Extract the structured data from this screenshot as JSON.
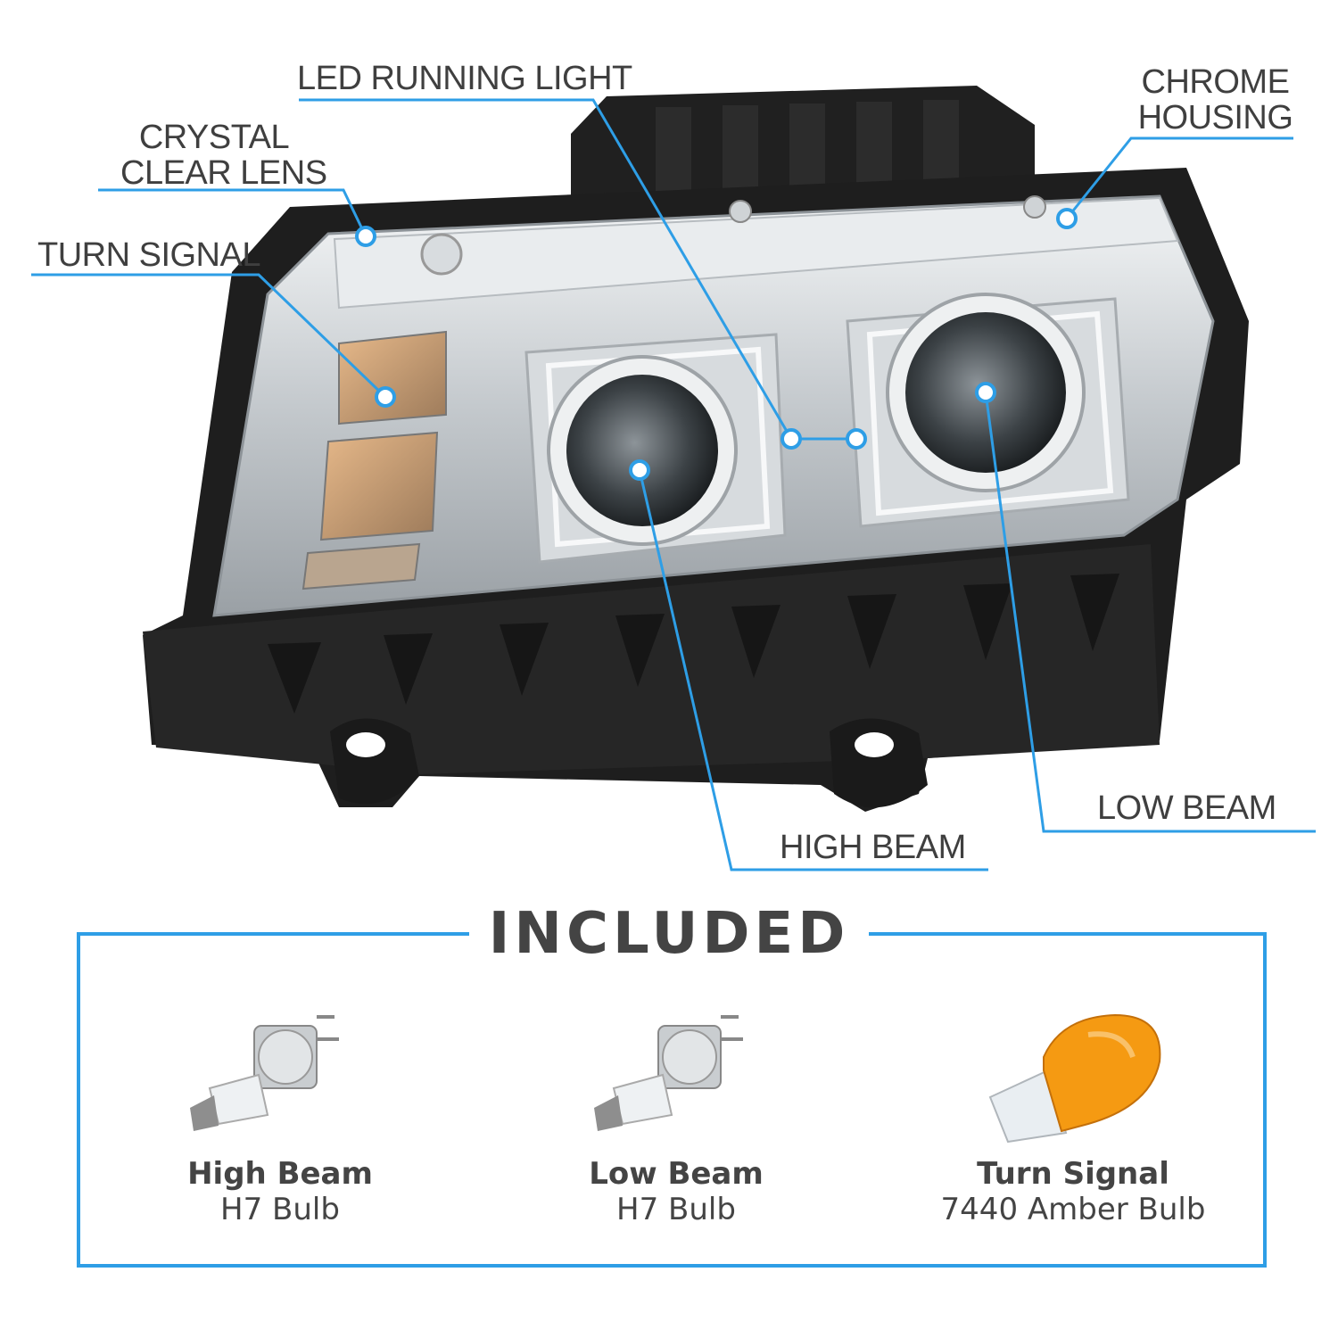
{
  "callouts": {
    "led_running_light": "LED RUNNING LIGHT",
    "crystal_clear_lens_line1": "CRYSTAL",
    "crystal_clear_lens_line2": "CLEAR LENS",
    "chrome_housing_line1": "CHROME",
    "chrome_housing_line2": "HOUSING",
    "turn_signal": "TURN SIGNAL",
    "low_beam": "LOW BEAM",
    "high_beam": "HIGH BEAM"
  },
  "included": {
    "title": "INCLUDED",
    "items": [
      {
        "name": "High Beam",
        "type": "H7 Bulb",
        "icon": "h7-bulb-icon"
      },
      {
        "name": "Low Beam",
        "type": "H7 Bulb",
        "icon": "h7-bulb-icon"
      },
      {
        "name": "Turn Signal",
        "type": "7440 Amber Bulb",
        "icon": "amber-7440-bulb-icon"
      }
    ]
  },
  "colors": {
    "accent": "#2e9ee6",
    "text": "#444444",
    "housing": "#1e1e1e",
    "chrome": "#cfd3d6",
    "amber": "#f59a12"
  }
}
